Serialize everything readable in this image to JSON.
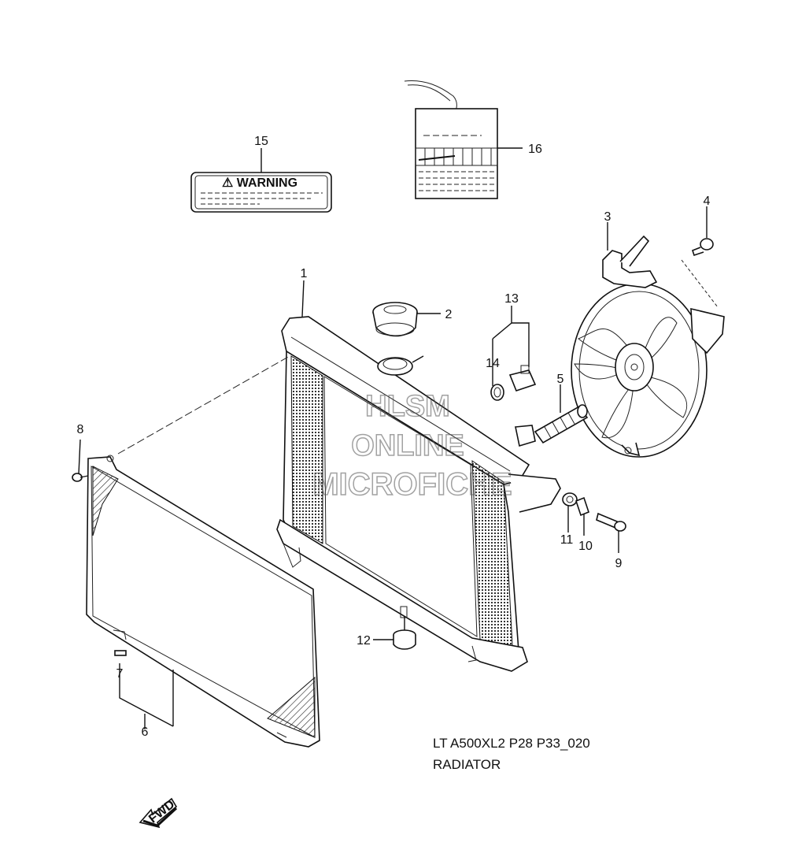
{
  "diagram": {
    "part_numbers": [
      "1",
      "2",
      "3",
      "4",
      "5",
      "6",
      "7",
      "8",
      "9",
      "10",
      "11",
      "12",
      "13",
      "14",
      "15",
      "16"
    ],
    "warning_label_text": "⚠ WARNING",
    "watermark_lines": [
      "HLSM",
      "ONLINE",
      "MICROFICHE"
    ],
    "caption_code": "LT A500XL2 P28 P33_020",
    "caption_title": "RADIATOR",
    "fwd_badge": "FWD"
  }
}
